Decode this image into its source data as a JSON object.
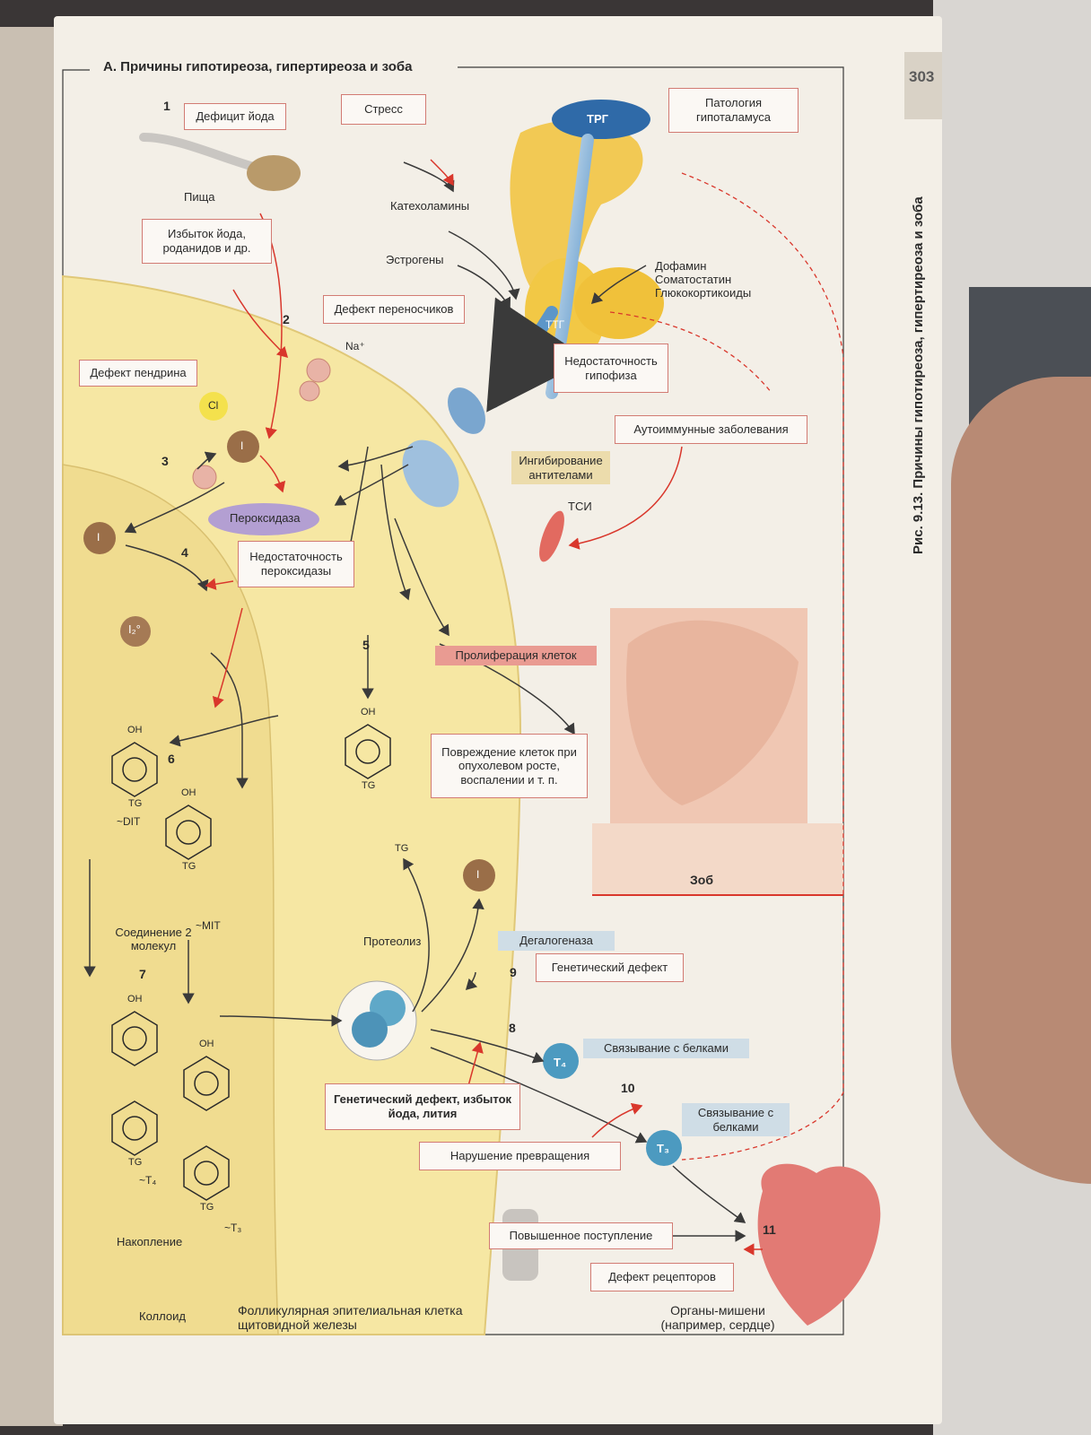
{
  "header": {
    "title": "А. Причины гипотиреоза, гипертиреоза и зоба",
    "page_number": "303"
  },
  "figure_caption": "Рис. 9.13. Причины гипотиреоза, гипертиреоза и зоба",
  "labels": {
    "iodine_deficit": "Дефицит йода",
    "food": "Пища",
    "stress": "Стресс",
    "catecholamines": "Катехоламины",
    "trh": "ТРГ",
    "hypothalamus_pathology": "Патология гипоталамуса",
    "iodine_excess": "Избыток йода, роданидов и др.",
    "estrogens": "Эстрогены",
    "dopamine_etc": "Дофамин Соматостатин Глюкокортикоиды",
    "carrier_defect": "Дефект переносчиков",
    "na": "Na⁺",
    "tsh": "ТТГ",
    "pituitary_insufficiency": "Недостаточность гипофиза",
    "pendrin_defect": "Дефект пендрина",
    "cl": "Cl",
    "i": "I",
    "autoimmune": "Аутоиммунные заболевания",
    "antibody_inhibition": "Ингибирование антителами",
    "tsi": "ТСИ",
    "peroxidase": "Пероксидаза",
    "peroxidase_insufficiency": "Недостаточность пероксидазы",
    "i2": "I₂°",
    "proliferation": "Пролиферация клеток",
    "cell_damage": "Повреждение клеток при опухолевом росте, воспалении и т. п.",
    "oh": "OH",
    "tg": "TG",
    "dit": "~DIT",
    "mit": "~MIT",
    "t4_label": "~T₄",
    "t3_label": "~T₃",
    "goiter": "Зоб",
    "coupling": "Соединение 2 молекул",
    "proteolysis": "Протеолиз",
    "dehalogenase": "Дегалогеназа",
    "genetic_defect": "Генетический дефект",
    "genetic_defect_long": "Генетический дефект, избыток йода, лития",
    "protein_binding": "Связывание с белками",
    "t4": "T₄",
    "t3": "T₃",
    "conversion_disorder": "Нарушение превращения",
    "increased_intake": "Повышенное поступление",
    "receptor_defect": "Дефект рецепторов",
    "accumulation": "Накопление",
    "colloid": "Коллоид",
    "follicular_cell": "Фолликулярная эпителиальная клетка щитовидной железы",
    "target_organs": "Органы-мишени (например, сердце)"
  },
  "numbers": [
    "1",
    "2",
    "3",
    "4",
    "5",
    "6",
    "7",
    "8",
    "9",
    "10",
    "11"
  ],
  "colors": {
    "page": "#f3efe7",
    "cell": "#f6e7a3",
    "colloid": "#f2e3a0",
    "red_arrow": "#d9372c",
    "box_border": "#d27b73",
    "molecule": "#aebdc4",
    "highlight_blue": "#cfdde6"
  }
}
